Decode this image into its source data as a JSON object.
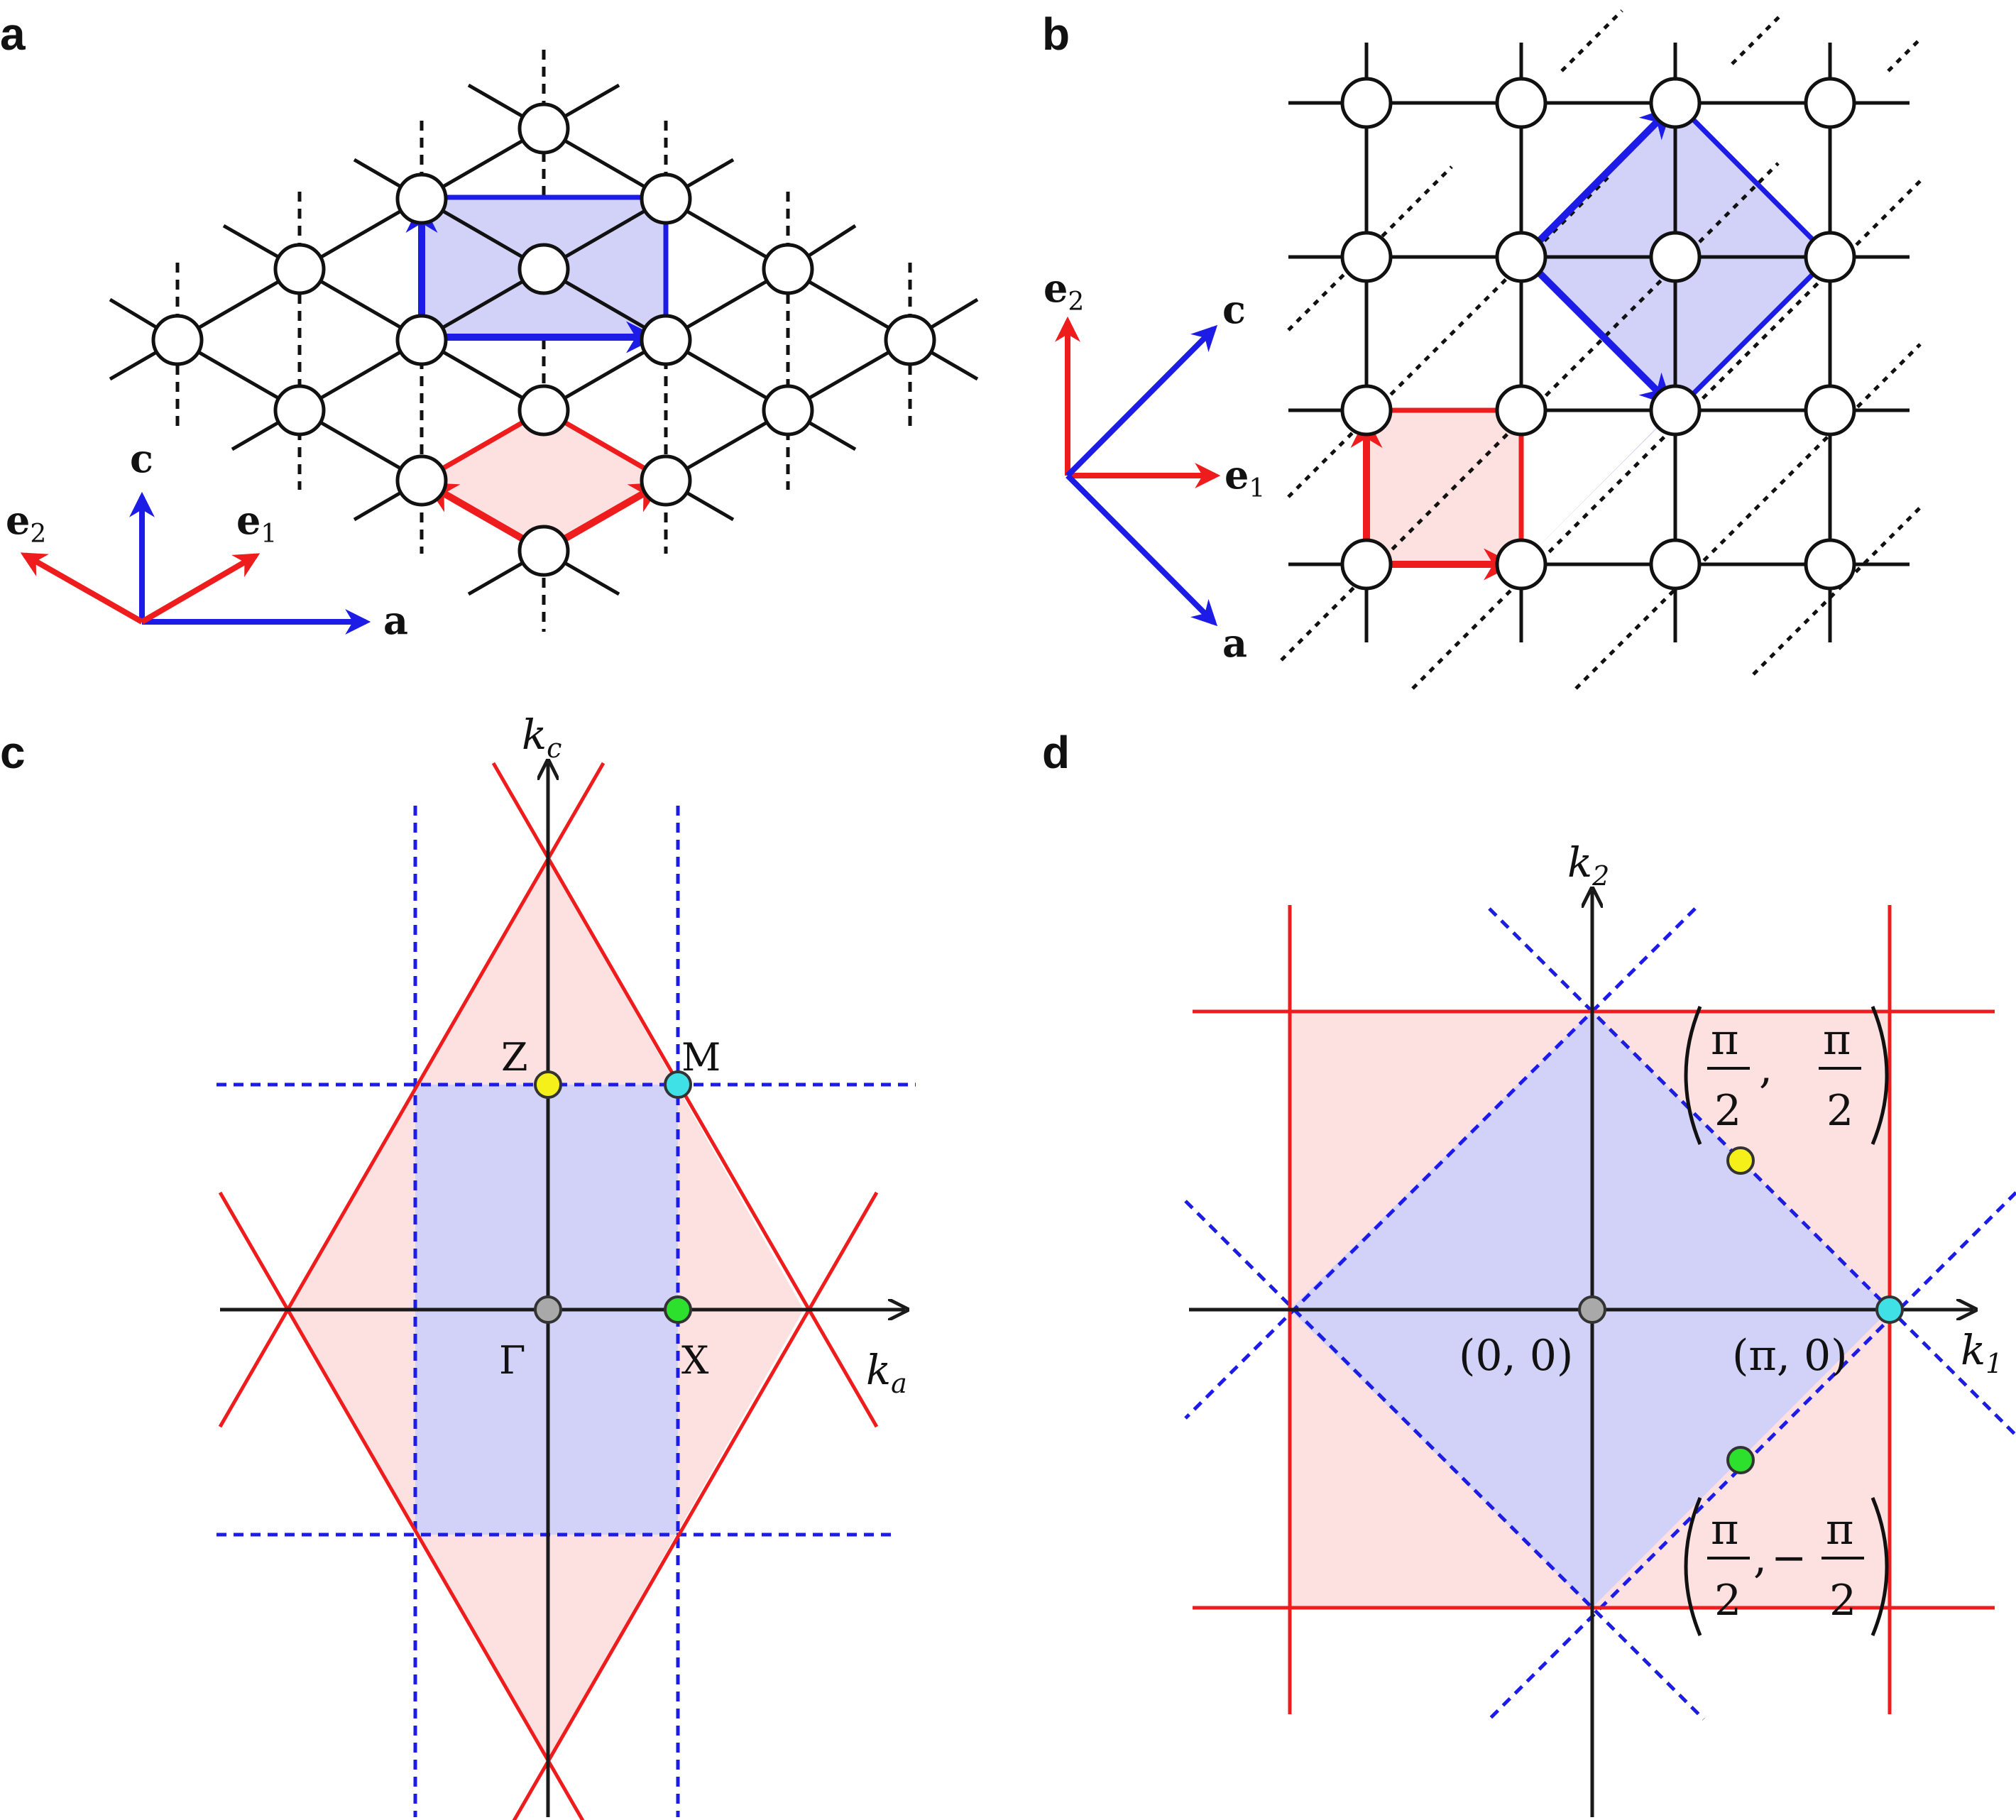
{
  "panels": {
    "a": {
      "label": "a",
      "vectors": {
        "c": "c",
        "a": "a",
        "e1": "e",
        "e1_sub": "1",
        "e2": "e",
        "e2_sub": "2"
      }
    },
    "b": {
      "label": "b",
      "vectors": {
        "c": "c",
        "a": "a",
        "e1": "e",
        "e1_sub": "1",
        "e2": "e",
        "e2_sub": "2"
      }
    },
    "c": {
      "label": "c",
      "axes": {
        "kc": "k",
        "kc_sub": "c",
        "ka": "k",
        "ka_sub": "a"
      },
      "points": {
        "Z": "Z",
        "M": "M",
        "Gamma": "Γ",
        "X": "X"
      }
    },
    "d": {
      "label": "d",
      "axes": {
        "k2": "k",
        "k2_sub": "2",
        "k1": "k",
        "k1_sub": "1"
      },
      "points": {
        "origin": "(0, 0)",
        "pi0": "(π, 0)",
        "yellow_num": "π",
        "yellow_den": "2",
        "yellow_comma": ",",
        "green_num": "π",
        "green_den": "2",
        "green_comma": ",",
        "green_minus": "−"
      }
    }
  },
  "colors": {
    "red": "#ee1c1c",
    "blue": "#1c1ce6",
    "pink_fill": "#fde0e0",
    "blue_fill": "#d2d2f8",
    "yellow": "#f5ef1a",
    "cyan": "#3fe0e6",
    "green": "#2ee02e",
    "gray": "#a9a9a9"
  }
}
